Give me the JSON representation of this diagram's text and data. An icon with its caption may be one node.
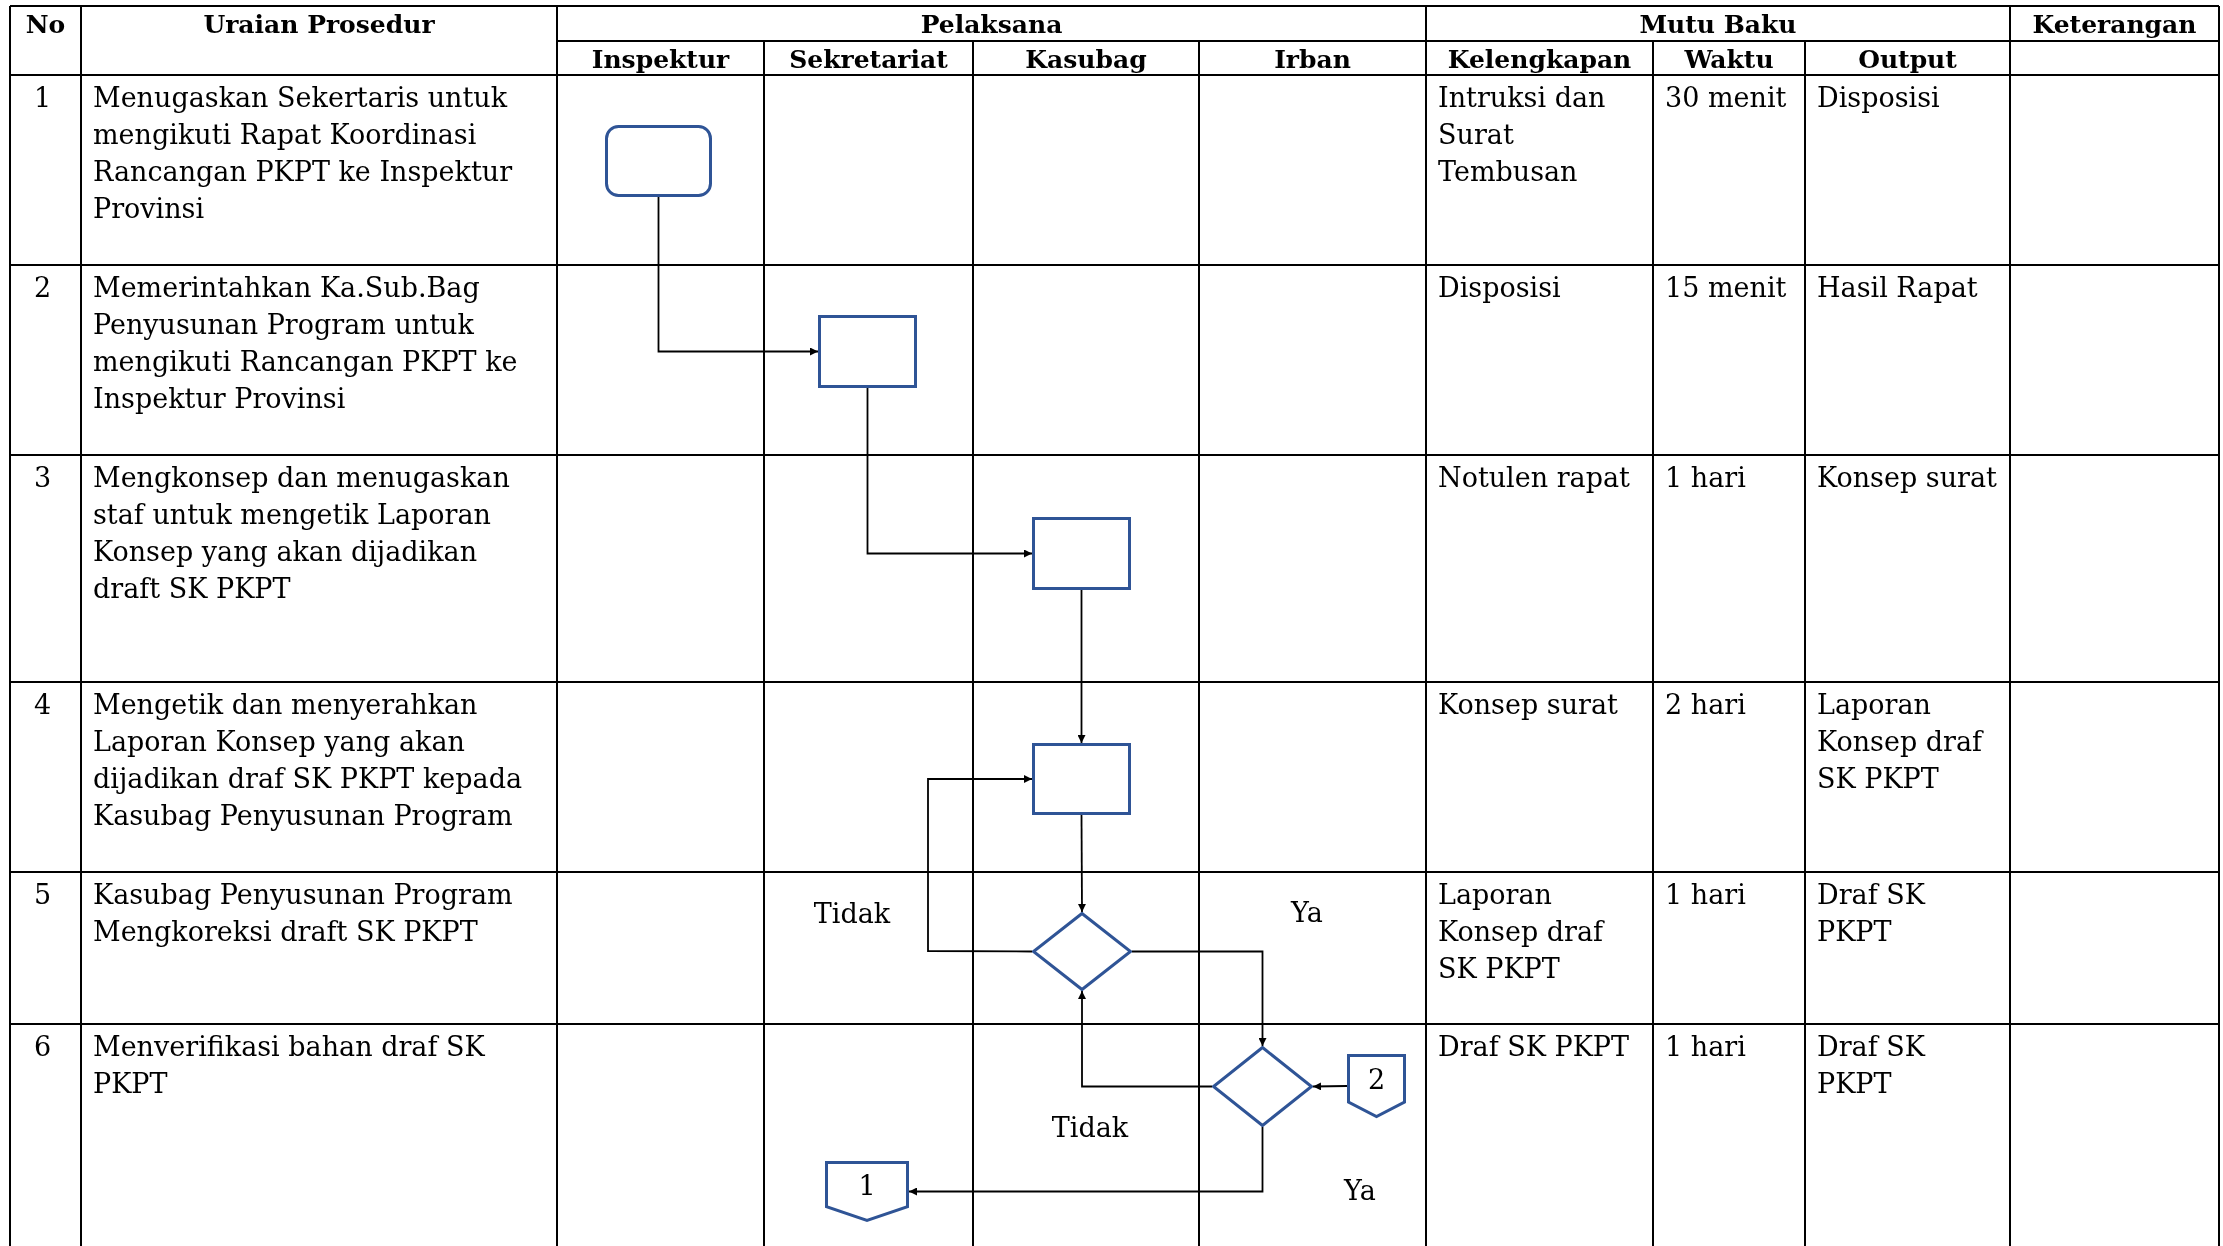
{
  "diagram": {
    "nodes": [
      {
        "text": [],
        "shape": "box"
      },
      {
        "text": [],
        "shape": "box"
      },
      {
        "text": [],
        "shape": "box"
      },
      {
        "text": [],
        "shape": "box"
      },
      {
        "text": [],
        "shape": "diamond"
      },
      {
        "text": [],
        "shape": "diamond"
      },
      {
        "text": [
          "1"
        ]
      },
      {
        "text": [
          "2"
        ]
      }
    ],
    "edges": [
      {
        "from": 0,
        "to": 1,
        "arrow": "to"
      },
      {
        "from": 1,
        "to": 2,
        "arrow": "to"
      },
      {
        "from": 2,
        "to": 3,
        "arrow": "to"
      },
      {
        "from": 3,
        "to": 4,
        "arrow": "to"
      },
      {
        "from": 4,
        "to": 3,
        "arrow": "to",
        "label": "Tidak"
      },
      {
        "from": 4,
        "to": 5,
        "arrow": "to",
        "label": "Ya"
      },
      {
        "from": 5,
        "to": 4,
        "arrow": "to",
        "label": "Tidak"
      },
      {
        "from": 5,
        "to": 6,
        "arrow": "to",
        "label": "Ya"
      },
      {
        "from": 7,
        "to": 5,
        "arrow": "to"
      }
    ],
    "labels": [
      "No",
      "Uraian Prosedur",
      "Pelaksana",
      "Mutu Baku",
      "Keterangan",
      "Inspektur",
      "Sekretariat",
      "Kasubag",
      "Irban",
      "Kelengkapan",
      "Waktu",
      "Output",
      "1",
      "Menugaskan Sekertaris untuk mengikuti Rapat Koordinasi Rancangan PKPT ke Inspektur Provinsi",
      "Intruksi dan Surat Tembusan",
      "30 menit",
      "Disposisi",
      "2",
      "Memerintahkan Ka.Sub.Bag Penyusunan Program untuk mengikuti Rancangan PKPT ke Inspektur Provinsi",
      "Disposisi",
      "15 menit",
      "Hasil Rapat",
      "3",
      "Mengkonsep dan menugaskan staf untuk mengetik Laporan Konsep yang akan dijadikan draft SK PKPT",
      "Notulen rapat",
      "1 hari",
      "Konsep surat",
      "4",
      "Mengetik dan menyerahkan Laporan Konsep yang akan dijadikan draf SK PKPT kepada Kasubag Penyusunan Program",
      "Konsep surat",
      "2 hari",
      "Laporan Konsep draf SK PKPT",
      "5",
      "Kasubag Penyusunan Program Mengkoreksi draft SK PKPT",
      "Laporan Konsep draf SK PKPT",
      "1 hari",
      "Draf SK PKPT",
      "6",
      "Menverifikasi bahan draf SK PKPT",
      "Draf SK PKPT",
      "1 hari",
      "Draf SK PKPT"
    ]
  }
}
